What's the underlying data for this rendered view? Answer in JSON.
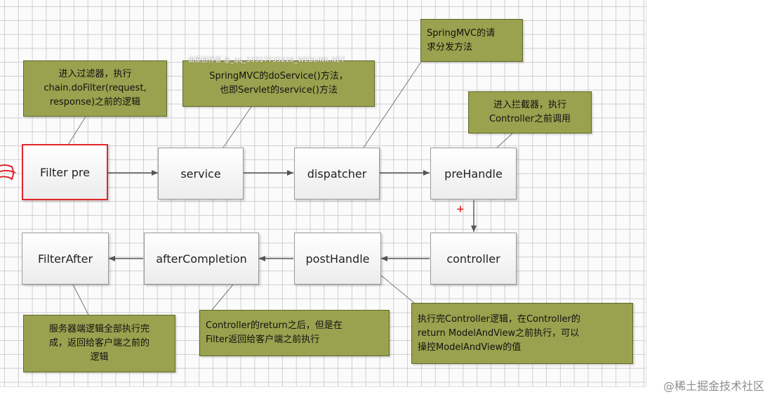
{
  "nodes": {
    "filter_pre": "Filter pre",
    "service": "service",
    "dispatcher": "dispatcher",
    "prehandle": "preHandle",
    "controller": "controller",
    "posthandle": "postHandle",
    "aftercompletion": "afterCompletion",
    "filterafter": "FilterAfter"
  },
  "notes": {
    "filter_pre": "进入过滤器，执行\nchain.doFilter(request,\nresponse)之前的逻辑",
    "service": "SpringMVC的doService()方法，\n也即Servlet的service()方法",
    "dispatcher": "SpringMVC的请\n求分发方法",
    "prehandle": "进入拦截器，执行\nController之前调用",
    "filterafter": "服务器端逻辑全部执行完\n成，返回给客户端之前的\n逻辑",
    "aftercompletion": "Controller的return之后，但是在\nFilter返回给客户端之前执行",
    "posthandle": "执行完Controller逻辑，在Controller的\nreturn ModelAndView之前执行，可以\n操控ModelAndView的值"
  },
  "marks": {
    "plus": "+"
  },
  "watermarks": {
    "top": "由原创作者 @_qq_33317735228_WEBLINK.NET",
    "footer": "@稀土掘金技术社区"
  },
  "colors": {
    "note_fill": "#9aa24f",
    "highlight": "#e0262b",
    "node_border": "#9a9a9a"
  }
}
